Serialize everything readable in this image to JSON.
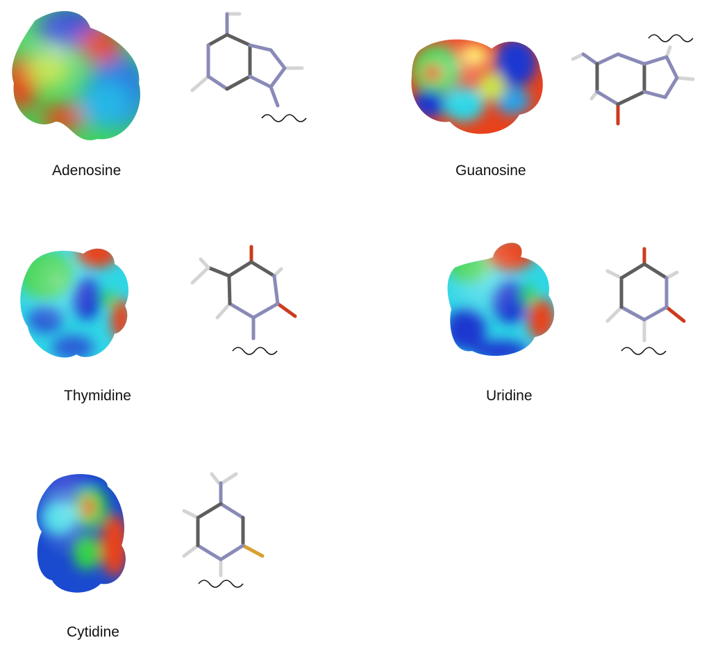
{
  "figure": {
    "molecules": [
      {
        "id": "adenosine",
        "label": "Adenosine"
      },
      {
        "id": "guanosine",
        "label": "Guanosine"
      },
      {
        "id": "thymidine",
        "label": "Thymidine"
      },
      {
        "id": "uridine",
        "label": "Uridine"
      },
      {
        "id": "cytidine",
        "label": "Cytidine"
      }
    ],
    "colors": {
      "negative": "#e83a18",
      "neutral": "#31d13e",
      "intermediate": "#2fd6e6",
      "positive": "#1530c8",
      "carbon": "#5f5f5f",
      "nitrogen": "#8a8ab8",
      "oxygen": "#cc3b1e",
      "hydrogen": "#d4d4d4"
    }
  }
}
